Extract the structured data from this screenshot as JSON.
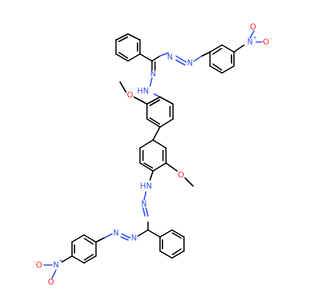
{
  "molecule": {
    "atoms": {
      "N": "N",
      "O": "O",
      "H": "H",
      "plus": "+",
      "minus": "-"
    },
    "colors": {
      "nitrogen": "#3050f8",
      "oxygen": "#ff0d0d",
      "carbon": "#000000"
    }
  }
}
